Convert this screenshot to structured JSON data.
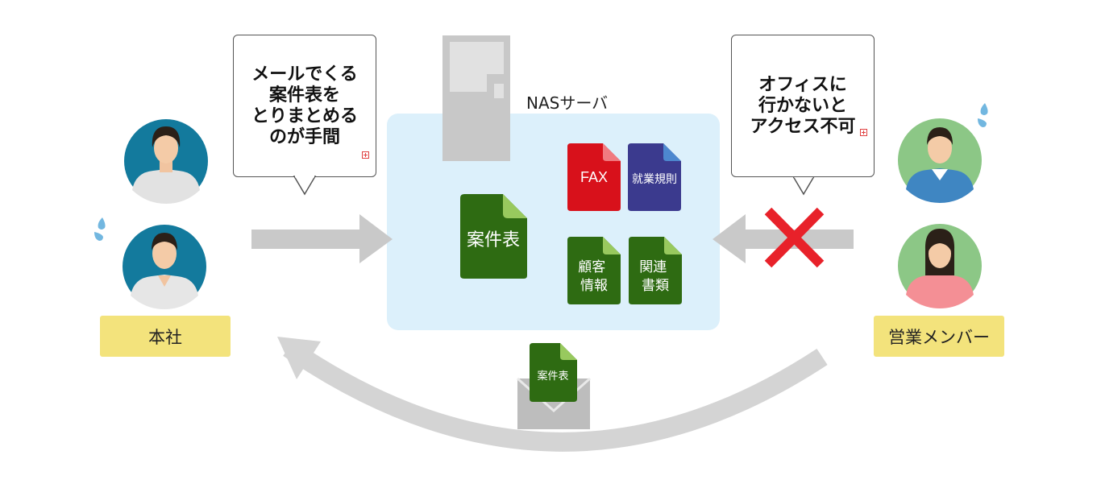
{
  "bubbles": {
    "left": {
      "text": "メールでくる\n案件表を\nとりまとめる\nのが手間"
    },
    "right": {
      "text": "オフィスに\n行かないと\nアクセス不可"
    }
  },
  "server": {
    "label": "NASサーバ"
  },
  "documents": {
    "main": "案件表",
    "fax": "FAX",
    "rules": "就業規則",
    "customer": "顧客\n情報",
    "related": "関連\n書類",
    "mail_attachment": "案件表"
  },
  "labels": {
    "headquarters": "本社",
    "sales": "営業メンバー"
  },
  "colors": {
    "doc_green": "#2e6b12",
    "doc_fold_green": "#98c95e",
    "fax_red": "#d8111b",
    "fax_fold": "#f07a80",
    "rules_purple": "#3b3a8e",
    "rules_fold": "#4d88cf",
    "nas_bg": "#dcf0fb",
    "arrow_gray": "#c9c9c9",
    "cross_red": "#e8212a",
    "hq_circle": "#137a9d",
    "sales_circle": "#8cc786",
    "label_yellow": "#f3e37c"
  }
}
